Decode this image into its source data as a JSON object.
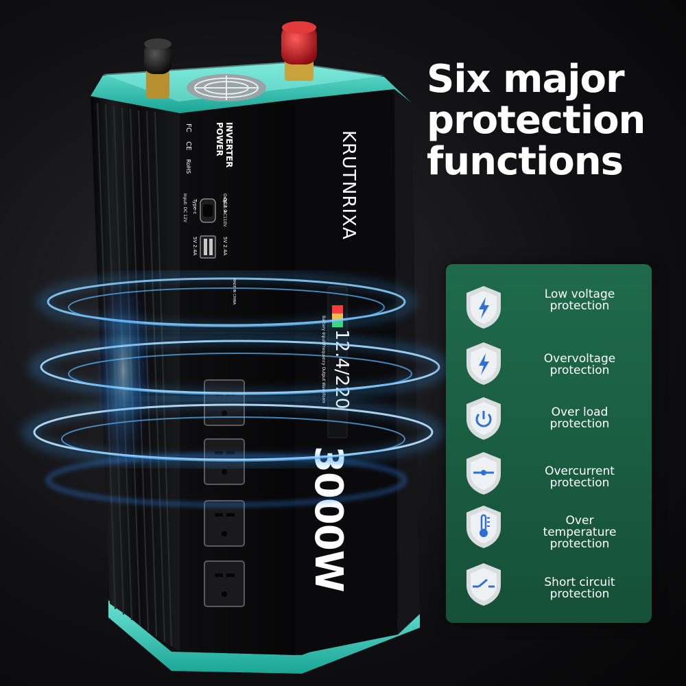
{
  "headline": {
    "lines": [
      "Six major",
      "protection",
      "functions"
    ]
  },
  "protections": [
    {
      "icon": "lightning-bolt-icon",
      "lines": [
        "Low voltage",
        "protection"
      ]
    },
    {
      "icon": "lightning-bolt-icon",
      "lines": [
        "Overvoltage",
        "protection"
      ]
    },
    {
      "icon": "power-icon",
      "lines": [
        "Over load",
        "protection"
      ]
    },
    {
      "icon": "current-line-icon",
      "lines": [
        "Overcurrent",
        "protection"
      ]
    },
    {
      "icon": "thermometer-icon",
      "lines": [
        "Over",
        "temperature",
        "protection"
      ]
    },
    {
      "icon": "switch-icon",
      "lines": [
        "Short circuit",
        "protection"
      ]
    }
  ],
  "device": {
    "brand": "KRUTNRIXA",
    "wattage": "3000W",
    "label_line1": "POWER",
    "label_line2": "INVERTER",
    "usb_qc": "QC3.0",
    "usb_typec": "Type-c",
    "usb_5v_a": "5V 2.4A",
    "usb_5v_b": "5V 2.4A",
    "input_spec": "Input: DC 12V",
    "output_spec": "Output: AC110V",
    "made_in": "MADE IN CHINA",
    "display_digits": "12.4/220",
    "display_caption": "Battery Input Frequency Output Waveform",
    "certs": [
      "FC",
      "CE",
      "RoHS"
    ]
  },
  "colors": {
    "panel_green": "#1f6a4c",
    "teal_cap": "#2fc4b2",
    "glow_blue": "#3aa8ff",
    "terminal_red": "#c0161b"
  }
}
